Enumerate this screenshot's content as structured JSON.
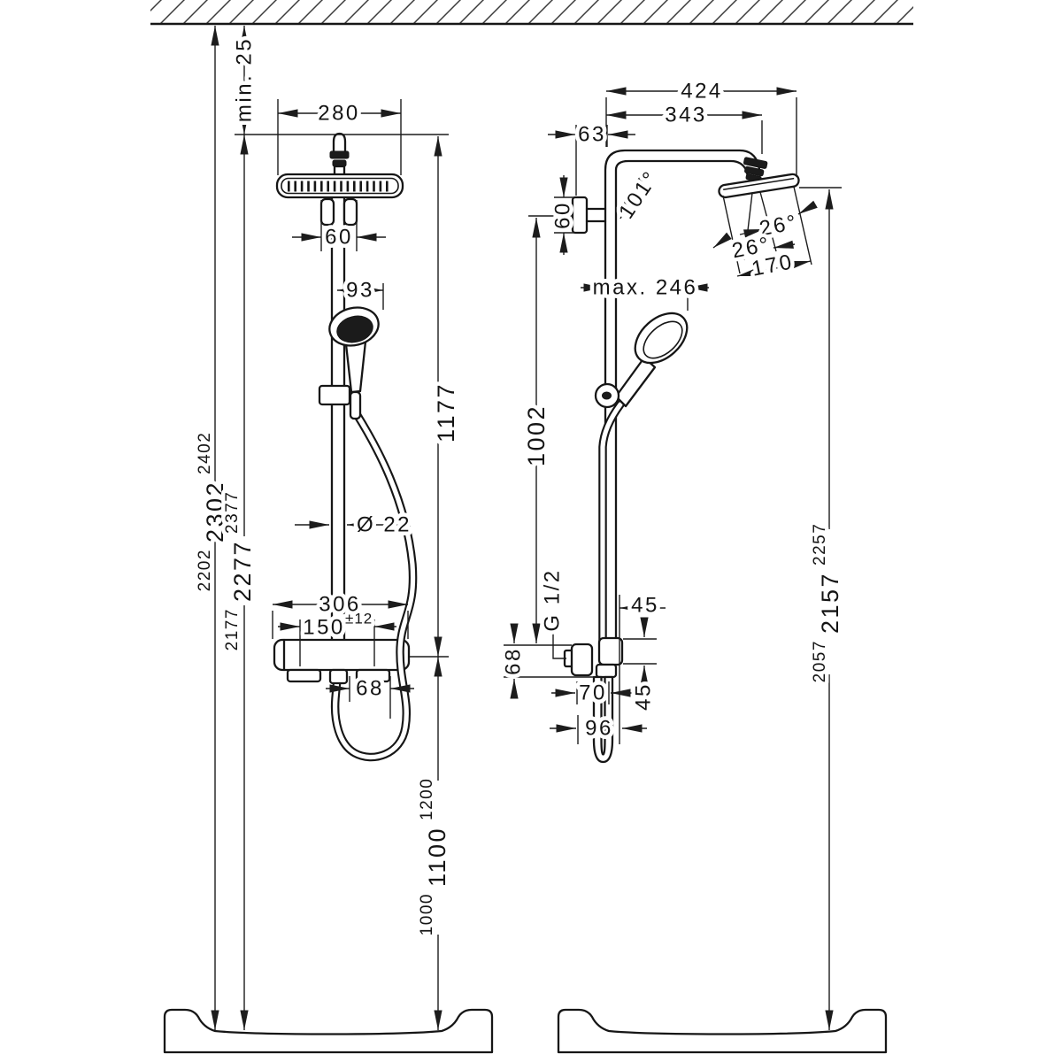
{
  "drawing": {
    "left_view": {
      "ceiling_clearance": "min. 25",
      "head_width": "280",
      "head_bracket_width": "60",
      "handshower_width": "93",
      "pipe_diameter": "Ø 22",
      "slidebar_length": "1177",
      "valve_width": "306",
      "connection_spacing": "150",
      "connection_tolerance": "±12",
      "hose_offset": "68",
      "total_height": {
        "min": "2202",
        "nominal": "2302",
        "max": "2402"
      },
      "bar_height": {
        "min": "2177",
        "nominal": "2277",
        "max": "2377"
      },
      "valve_height": {
        "min": "1000",
        "nominal": "1100",
        "max": "1200"
      }
    },
    "right_view": {
      "arm_reach_total": "424",
      "arm_reach_joint": "343",
      "wall_to_pipe": "63",
      "bracket_height": "60",
      "arm_angle": "101°",
      "spray_angle_a": "26°",
      "spray_angle_b": "26°",
      "spray_width": "170",
      "max_reach": "max. 246",
      "bracket_to_valve": "1002",
      "thread_size": "G 1/2",
      "holder_offset": "45",
      "holder_height": "45",
      "valve_offset_68": "68",
      "valve_offset_70": "70",
      "hose_loop_depth": "96",
      "head_height": {
        "min": "2057",
        "nominal": "2157",
        "max": "2257"
      }
    }
  }
}
